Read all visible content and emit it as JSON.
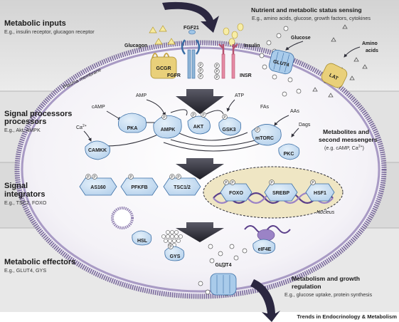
{
  "bands": [
    {
      "title": "Metabolic inputs",
      "subtitle": "E.g., insulin receptor, glucagon receptor"
    },
    {
      "title": "Signal processors",
      "subtitle": "E.g., Akt, AMPK"
    },
    {
      "title": "Signal integrators",
      "subtitle": "E.g., TSC2, FOXO"
    },
    {
      "title": "Metabolic effectors",
      "subtitle": "E.g., GLUT4, GYS"
    }
  ],
  "top_right": {
    "title": "Nutrient and metabolic status sensing",
    "subtitle": "E.g., amino acids, glucose, growth factors, cytokines"
  },
  "bottom_right": {
    "title": "Metabolism and growth",
    "title2": "regulation",
    "subtitle": "E.g., glucose uptake, protein synthesis"
  },
  "membrane_label": "Plasma membrane",
  "receptors": {
    "gcgr": "GCGR",
    "fgfr": "FGFR",
    "insr": "INSR",
    "glut4": "GLUT4",
    "lat": "LAT"
  },
  "ligands": {
    "glucagon": "Glucagon",
    "fgf21": "FGF21",
    "insulin": "Insulin",
    "glucose": "Glucose",
    "amino1": "Amino",
    "amino2": "acids"
  },
  "phospho": "P",
  "processors": {
    "amp": "AMP",
    "atp": "ATP",
    "camp": "cAMP",
    "ca": "Ca",
    "fas": "FAs",
    "aas": "AAs",
    "dags": "Dags",
    "pka": "PKA",
    "ampk": "AMPK",
    "akt": "AKT",
    "gsk3": "GSK3",
    "mtorc": "mTORC",
    "camkk": "CAMKK",
    "pkc": "PKC",
    "metab1": "Metabolites and",
    "metab2": "second messengers",
    "metab3": "(e.g. cAMP, Ca"
  },
  "integrators": {
    "as160": "AS160",
    "pfkfb": "PFKFB",
    "tsc": "TSC1/2",
    "foxo": "FOXO",
    "srebp": "SREBP",
    "hsf1": "HSF1",
    "nucleus": "Nucleus"
  },
  "effectors": {
    "hsl": "HSL",
    "gys": "GYS",
    "eif4e": "eIF4E",
    "glut4": "GLUT4"
  },
  "credit": "Trends in Endocrinology & Metabolism",
  "colors": {
    "node": "#c4dcf0",
    "node_stroke": "#3a6ea5",
    "membrane": "#8f7fb0",
    "dna": "#5b3f8a",
    "arrow": "#2e2e38"
  }
}
